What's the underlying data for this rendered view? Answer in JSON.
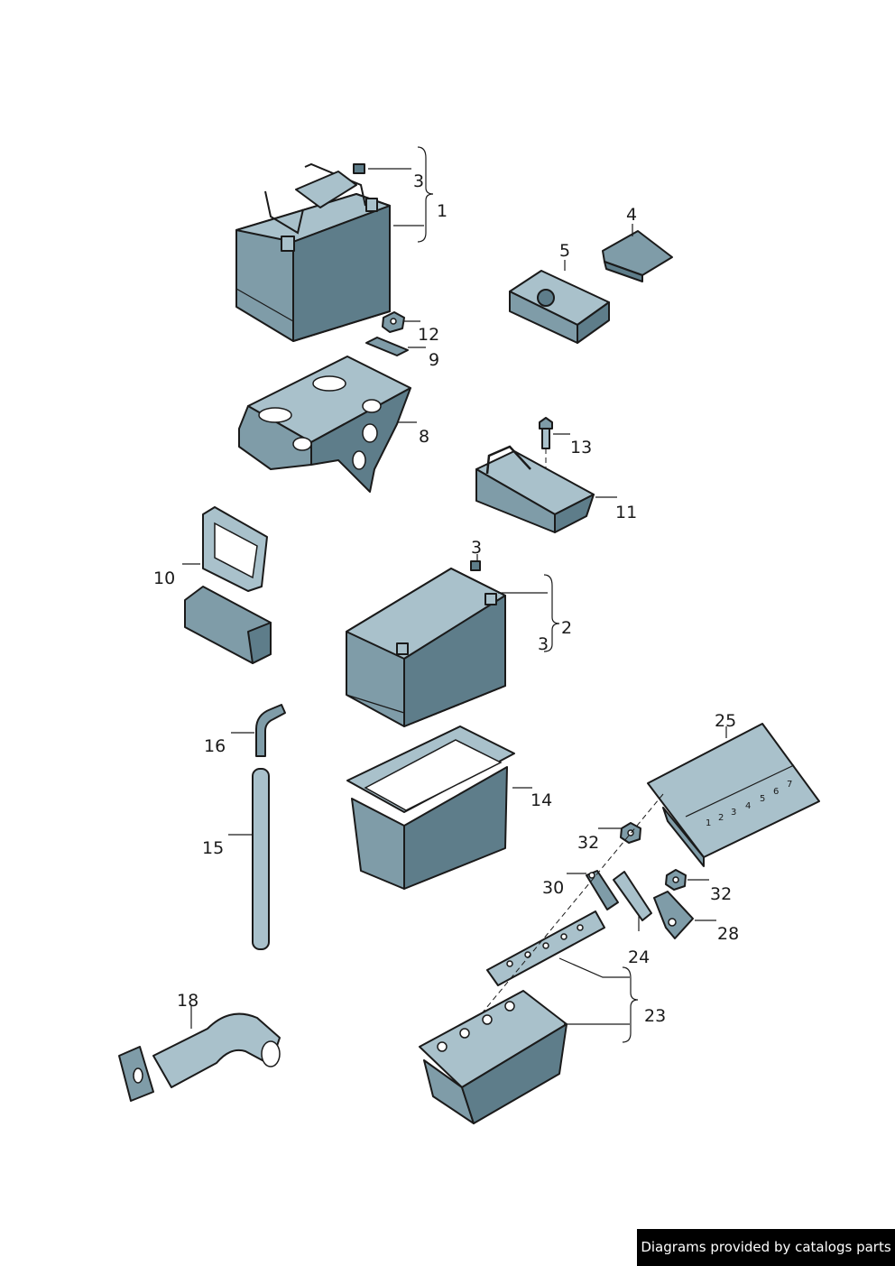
{
  "callouts": {
    "c1": "1",
    "c2": "2",
    "c3a": "3",
    "c3b": "3",
    "c3c": "3",
    "c4": "4",
    "c5": "5",
    "c8": "8",
    "c9": "9",
    "c10": "10",
    "c11": "11",
    "c12": "12",
    "c13": "13",
    "c14": "14",
    "c15": "15",
    "c16": "16",
    "c18": "18",
    "c23": "23",
    "c24": "24",
    "c25": "25",
    "c28": "28",
    "c30": "30",
    "c32a": "32",
    "c32b": "32"
  },
  "fuse_numbers": [
    "1",
    "2",
    "3",
    "4",
    "5",
    "6",
    "7"
  ],
  "credit": "Diagrams provided by catalogs parts",
  "colors": {
    "part": "#7f9ca8",
    "part_light": "#a9c1cb",
    "outline": "#1a1a1a"
  }
}
